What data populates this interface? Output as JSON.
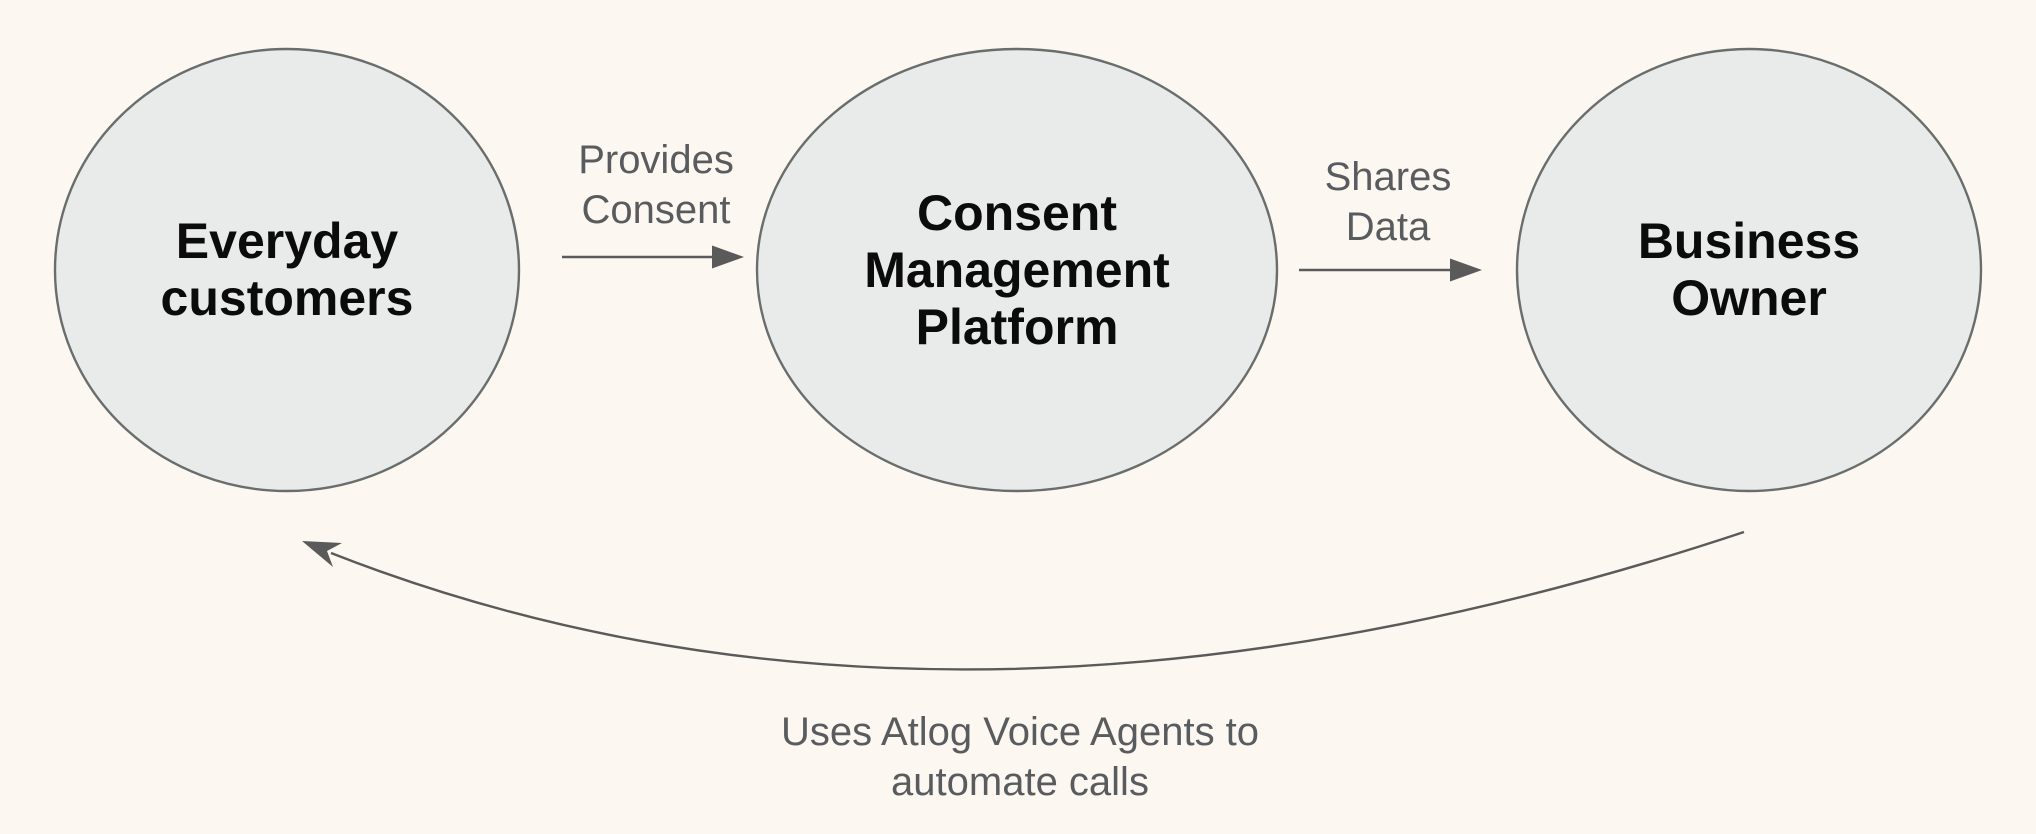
{
  "colors": {
    "background": "#fcf7f1",
    "node_fill": "#e9ebea",
    "node_stroke": "#696e6c",
    "arrow": "#5a5a5a",
    "label_text": "#595c5e",
    "title_text": "#0b0b0b"
  },
  "nodes": [
    {
      "id": "everyday-customers",
      "lines": [
        "Everyday",
        "customers"
      ]
    },
    {
      "id": "consent-management-platform",
      "lines": [
        "Consent",
        "Management",
        "Platform"
      ]
    },
    {
      "id": "business-owner",
      "lines": [
        "Business",
        "Owner"
      ]
    }
  ],
  "edges": [
    {
      "id": "provides-consent",
      "from": "everyday-customers",
      "to": "consent-management-platform",
      "lines": [
        "Provides",
        "Consent"
      ]
    },
    {
      "id": "shares-data",
      "from": "consent-management-platform",
      "to": "business-owner",
      "lines": [
        "Shares",
        "Data"
      ]
    },
    {
      "id": "uses-atlog-voice-agents",
      "from": "business-owner",
      "to": "everyday-customers",
      "lines": [
        "Uses Atlog Voice Agents to",
        "automate calls"
      ]
    }
  ]
}
